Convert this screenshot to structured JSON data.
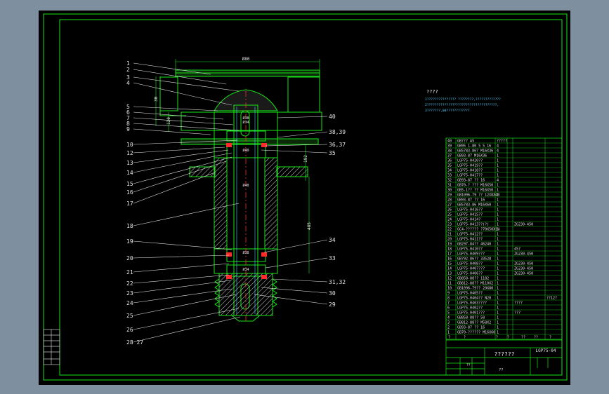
{
  "colors": {
    "background": "#7e8f9f",
    "paper": "#000000",
    "line": "#19e619",
    "section": "#c9c9c9",
    "text": "#e6e6e6",
    "center": "#ff2b2b",
    "accent": "#4fd1ff",
    "yellow": "#d8d800"
  },
  "dimensions": {
    "top_width": "Ø80",
    "d1": "30",
    "d2": "120",
    "d3": "Ø34",
    "d4": "Ø40",
    "d5": "192",
    "d6": "Ø40",
    "d7": "Ø38",
    "d8": "485",
    "d9": "Ø34",
    "d10": "Ø38"
  },
  "leaders": {
    "left": [
      "1",
      "2",
      "3",
      "4",
      "5",
      "6",
      "7",
      "8",
      "9",
      "10",
      "12",
      "13",
      "14",
      "15",
      "16",
      "17",
      "18",
      "19",
      "20",
      "21",
      "22",
      "23",
      "24",
      "25",
      "26",
      "28 27"
    ],
    "right": [
      "40",
      "38,39",
      "36,37",
      "35",
      "34",
      "33",
      "31,32",
      "30",
      "29"
    ]
  },
  "notes": {
    "title": "????",
    "lines": [
      "1??????????????? ????????,?????????????",
      "2????????????????????????????????????,",
      "3???????,00????????????"
    ]
  },
  "bom": {
    "rows": [
      [
        "40",
        "GB??? A5",
        "?????"
      ],
      [
        "39",
        "GB95 1-80 5 5 16",
        "4"
      ],
      [
        "38",
        "GB5783-86? M16X36",
        "4"
      ],
      [
        "37",
        "GB93-87 M16X36",
        "1"
      ],
      [
        "36",
        "LGP75-0420??",
        "1"
      ],
      [
        "35",
        "LGP75-0419??",
        "1"
      ],
      [
        "34",
        "LGP75-0418??",
        "1"
      ],
      [
        "33",
        "LGP75-0417??",
        "1"
      ],
      [
        "32",
        "GB93-87 ?? 16",
        "4"
      ],
      [
        "31",
        "GB70-? ??? M16X50",
        "1"
      ],
      [
        "30",
        "GB5-1?? ?? M16X50",
        "1"
      ],
      [
        "29",
        "GB1096-79 ?? 12X8X40",
        "1"
      ],
      [
        "28",
        "GB93-87 ?? 16",
        "1"
      ],
      [
        "27",
        "GB5783-86 M16X60",
        "1"
      ],
      [
        "26",
        "LGP75-0416??",
        "1"
      ],
      [
        "25",
        "LGP75-0415??",
        "1"
      ],
      [
        "24",
        "LGP75-0414?",
        "1"
      ],
      [
        "23",
        "LGP75-0413??(?)",
        "1",
        "ZG230-450"
      ],
      [
        "22",
        "GC4-?????? ?70X50X14",
        "1"
      ],
      [
        "21",
        "LGP75-0412??",
        "1"
      ],
      [
        "20",
        "LGP75-0411??",
        "1"
      ],
      [
        "19",
        "GB297-84?? 46240",
        "1"
      ],
      [
        "18",
        "LGP75-0410??",
        "1",
        "45?"
      ],
      [
        "17",
        "LGP75-0409???",
        "1",
        "ZG230-450"
      ],
      [
        "16",
        "GB?92-86?? 33528",
        "1"
      ],
      [
        "15",
        "LGP75-0408??",
        "1",
        "ZG230-450"
      ],
      [
        "14",
        "LGP75-0407???",
        "1",
        "ZG230-450"
      ],
      [
        "13",
        "LGP75-0406??",
        "1",
        "ZG230-450"
      ],
      [
        "12",
        "GB858-88?? 1182",
        "1"
      ],
      [
        "11",
        "GB812-88?? M110X2",
        "1"
      ],
      [
        "10",
        "GB1096-79?? 20X80",
        "1"
      ],
      [
        "9",
        "LGP75-0405??",
        "1"
      ],
      [
        "8",
        "LGP75-0404?? N20",
        "1",
        "",
        "??12?"
      ],
      [
        "7",
        "LGP75-0403????",
        "1",
        "????"
      ],
      [
        "6",
        "LGP75-0402??",
        "1"
      ],
      [
        "5",
        "LGP75-0401???",
        "1",
        "???"
      ],
      [
        "4",
        "GB858-88?? 58",
        "1"
      ],
      [
        "3",
        "GB812-88?? M58X2",
        "1"
      ],
      [
        "2",
        "GB93-87 ?? 16",
        "1"
      ],
      [
        "1",
        "GB70-?????? M16X60",
        "1"
      ]
    ],
    "header": [
      "?",
      "?",
      "?",
      "?",
      "??",
      "??",
      "?"
    ],
    "drawing_no": "LGP75-04",
    "title": "??????",
    "scale": "??",
    "org": "??"
  }
}
